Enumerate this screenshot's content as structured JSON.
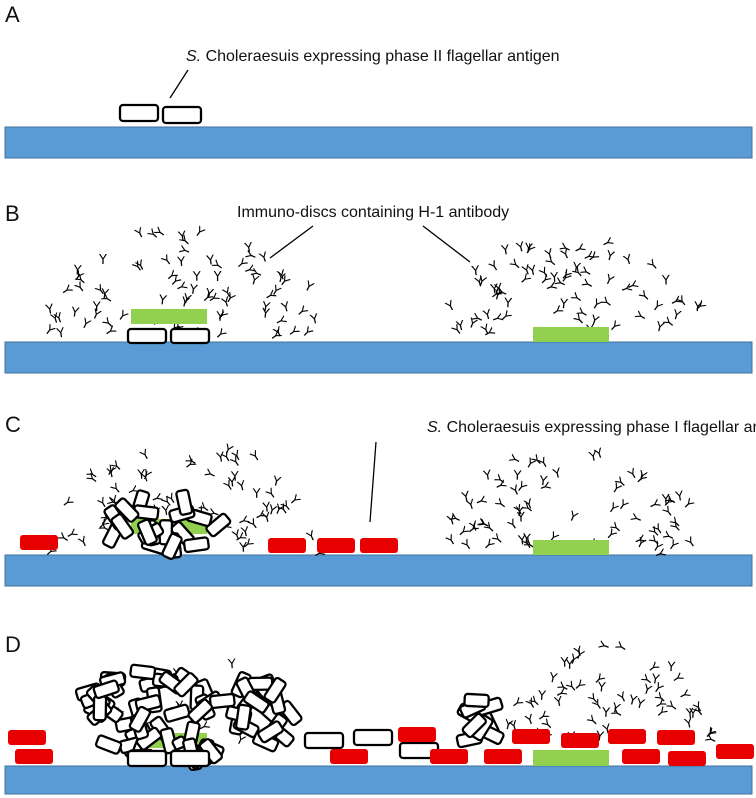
{
  "panels": [
    {
      "letter": "A"
    },
    {
      "letter": "B"
    },
    {
      "letter": "C"
    },
    {
      "letter": "D"
    }
  ],
  "labels": {
    "phase2": {
      "italic": "S.",
      "rest": " Choleraesuis expressing phase II flagellar antigen"
    },
    "immuno": {
      "text": "Immuno-discs containing H-1 antibody"
    },
    "phase1": {
      "italic": "S.",
      "rest": " Choleraesuis expressing phase I flagellar antigen"
    }
  },
  "antibody_glyph": "Y",
  "colors": {
    "substrate": "#5b9bd5",
    "substrate_border": "#41719c",
    "immuno_disc": "#92d050",
    "phase1_cell": "#e80000",
    "phase2_cell_fill": "#ffffff",
    "phase2_cell_stroke": "#000000"
  }
}
